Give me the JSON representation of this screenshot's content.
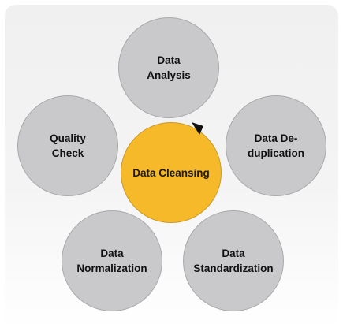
{
  "diagram": {
    "center": {
      "label": "Data Cleansing",
      "color": "#f6b92a"
    },
    "nodes": [
      {
        "id": "analysis",
        "label": "Data\nAnalysis"
      },
      {
        "id": "dedup",
        "label": "Data De-\nduplication"
      },
      {
        "id": "standard",
        "label": "Data\nStandardization"
      },
      {
        "id": "normal",
        "label": "Data\nNormalization"
      },
      {
        "id": "quality",
        "label": "Quality\nCheck"
      }
    ],
    "node_color": "#c9c9cb"
  }
}
